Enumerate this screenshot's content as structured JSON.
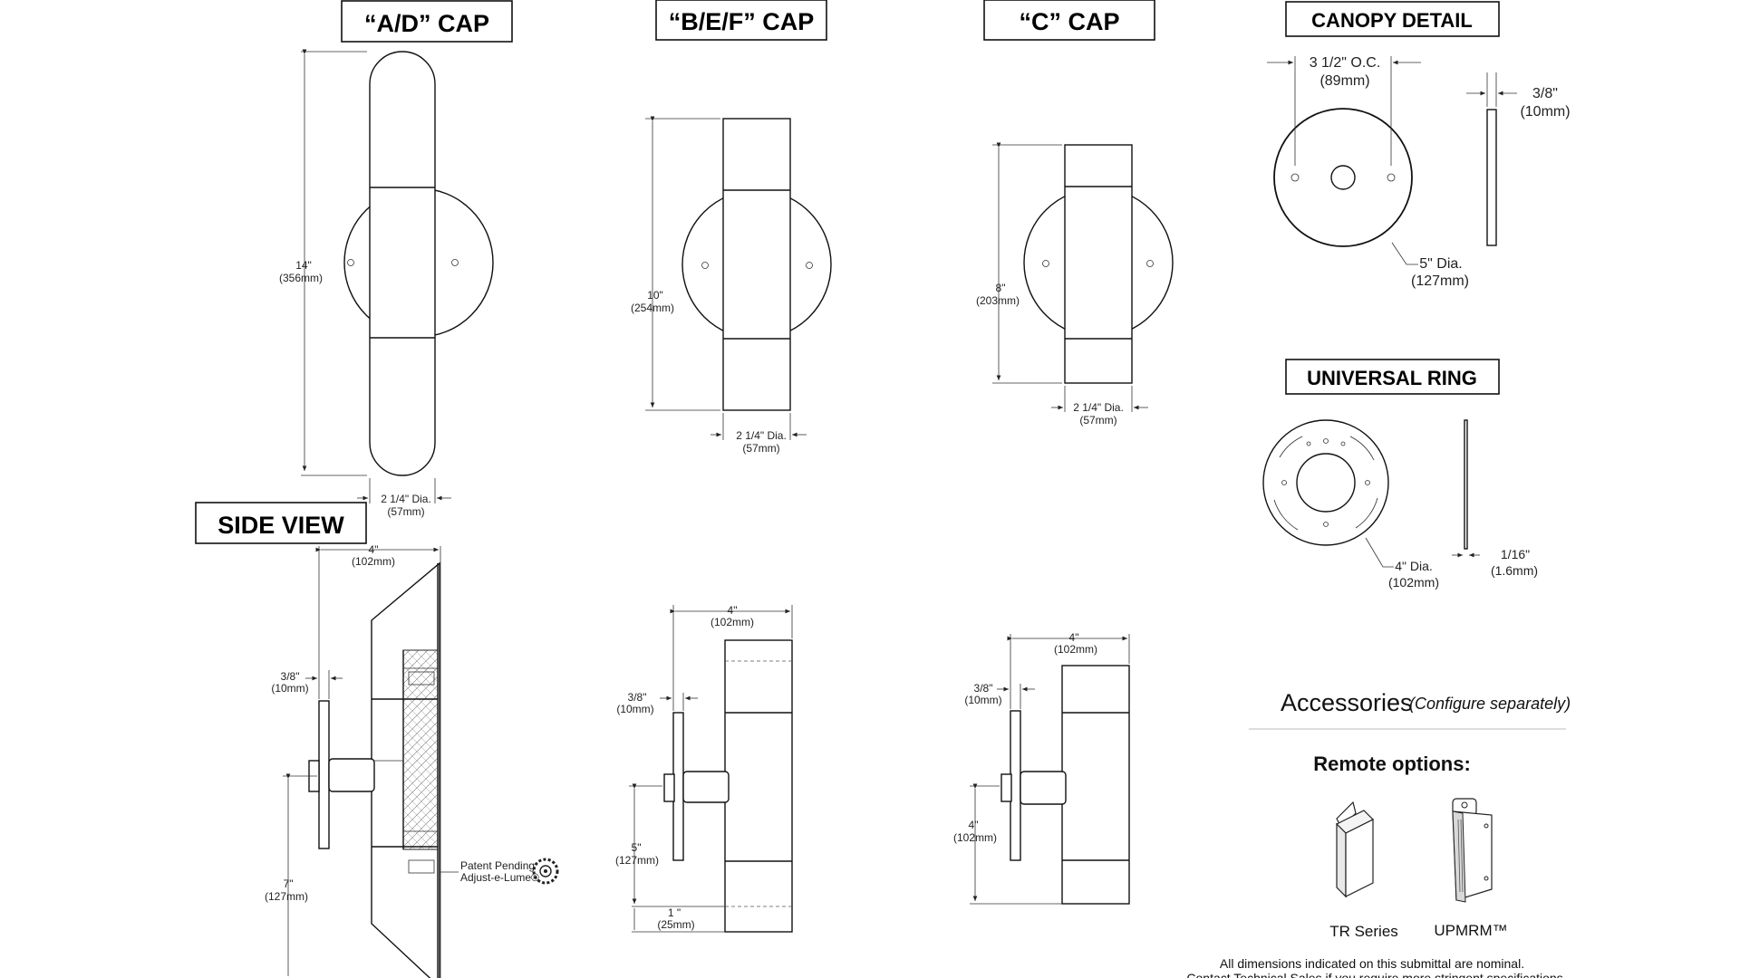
{
  "titles": {
    "ad_cap": "“A/D” CAP",
    "bef_cap": "“B/E/F” CAP",
    "c_cap": "“C” CAP",
    "canopy_detail": "CANOPY DETAIL",
    "universal_ring": "UNIVERSAL RING",
    "side_view": "SIDE VIEW"
  },
  "ad_cap": {
    "height_in": "14\"",
    "height_mm": "(356mm)",
    "dia_in": "2 1/4\" Dia.",
    "dia_mm": "(57mm)"
  },
  "bef_cap": {
    "height_in": "10\"",
    "height_mm": "(254mm)",
    "dia_in": "2 1/4\" Dia.",
    "dia_mm": "(57mm)"
  },
  "c_cap": {
    "height_in": "8\"",
    "height_mm": "(203mm)",
    "dia_in": "2 1/4\" Dia.",
    "dia_mm": "(57mm)"
  },
  "canopy": {
    "oc_in": "3 1/2\" O.C.",
    "oc_mm": "(89mm)",
    "thick_in": "3/8\"",
    "thick_mm": "(10mm)",
    "dia_in": "5\" Dia.",
    "dia_mm": "(127mm)"
  },
  "ring": {
    "dia_in": "4\" Dia.",
    "dia_mm": "(102mm)",
    "thick_in": "1/16\"",
    "thick_mm": "(1.6mm)"
  },
  "side1": {
    "depth_in": "4\"",
    "depth_mm": "(102mm)",
    "plate_in": "3/8\"",
    "plate_mm": "(10mm)",
    "mount_in": "7\"",
    "mount_mm": "(127mm)",
    "patent_1": "Patent Pending",
    "patent_2": "Adjust-e-Lume®"
  },
  "side2": {
    "depth_in": "4\"",
    "depth_mm": "(102mm)",
    "plate_in": "3/8\"",
    "plate_mm": "(10mm)",
    "mount_in": "5\"",
    "mount_mm": "(127mm)",
    "bottom_in": "1 \"",
    "bottom_mm": "(25mm)"
  },
  "side3": {
    "depth_in": "4\"",
    "depth_mm": "(102mm)",
    "plate_in": "3/8\"",
    "plate_mm": "(10mm)",
    "mount_in": "4\"",
    "mount_mm": "(102mm)"
  },
  "accessories": {
    "title": "Accessories",
    "subtitle": "(Configure separately)",
    "remote_title": "Remote options:",
    "item1": "TR Series",
    "item2": "UPMRM™"
  },
  "footer": {
    "line1": "All dimensions indicated on this submittal are nominal.",
    "line2": "Contact Technical Sales if you require more stringent specifications."
  }
}
